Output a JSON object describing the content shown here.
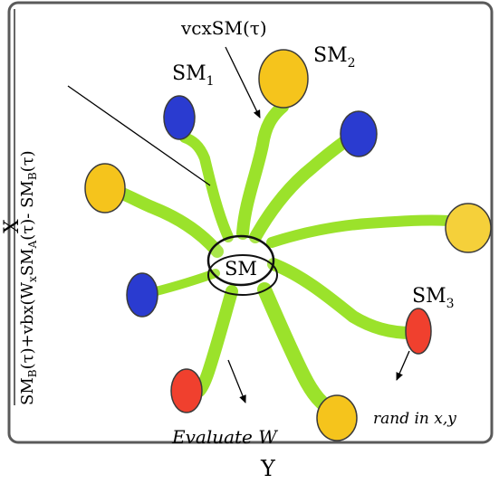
{
  "labels": {
    "top_formula": "vcxSM(τ)",
    "sm1": "SM",
    "sm1_sub": "1",
    "sm2": "SM",
    "sm2_sub": "2",
    "sm3": "SM",
    "sm3_sub": "3",
    "center": "SM",
    "evaluate": "Evaluate W",
    "rand": "rand in x,y",
    "x_axis": "X",
    "y_axis": "Y",
    "vertical_formula": "SM_B(τ)+vbx(W_xSM_A(τ) - SM_B(τ)"
  },
  "vertical_formula_parts": {
    "p1": "SM",
    "p1_sub": "B",
    "p2": "(τ)+vbx(",
    "p3": "W",
    "p3_sub": "x",
    "p4": "SM",
    "p4_sub": "A",
    "p5": "(τ)- SM",
    "p5_sub": "B",
    "p6": "(τ)"
  },
  "colors": {
    "frame": "#5a5a5a",
    "arm": "#9be22b",
    "blue_node": "#2a3bd0",
    "yellow_node": "#f5c41c",
    "red_node": "#f0402e",
    "node_stroke": "#3a3a3a"
  }
}
